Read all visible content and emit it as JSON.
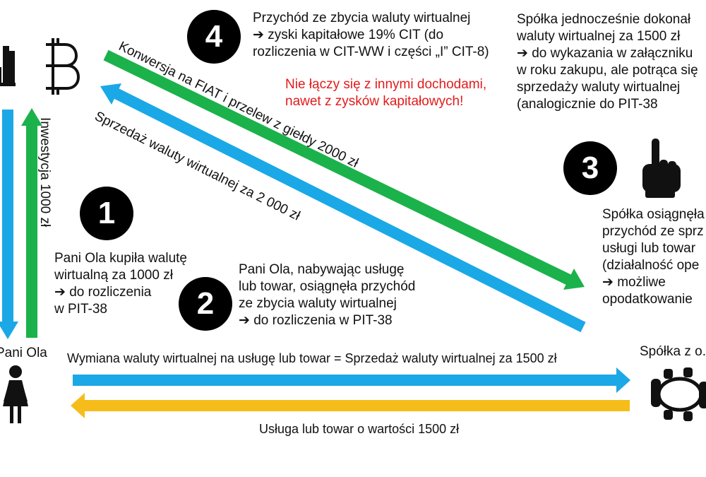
{
  "colors": {
    "blue": "#1ba8e6",
    "green": "#1bb24b",
    "yellow": "#f6bd1a",
    "badge": "#000000",
    "warning": "#e21b1b"
  },
  "icons": [
    "bar-chart-icon",
    "bitcoin-icon",
    "person-icon",
    "pointing-hand-icon",
    "meeting-table-icon"
  ],
  "labels": {
    "pani_ola": "Pani Ola",
    "spolka": "Spółka z o.",
    "inwestycja": "Inwestycja 1000 zł",
    "konwersja": "Konwersja na FIAT i przelew z giełdy 2000 zł",
    "sprzedaz_2000": "Sprzedaż waluty wirtualnej za 2 000 zł",
    "wymiana": "Wymiana waluty wirtualnej na usługę lub towar = Sprzedaż waluty wirtualnej za 1500 zł",
    "usluga": "Usługa lub towar o wartości 1500 zł"
  },
  "badges": [
    "1",
    "2",
    "3",
    "4"
  ],
  "steps": {
    "step1": [
      "Pani Ola kupiła walutę",
      "wirtualną za 1000 zł",
      "➔  do rozliczenia",
      "w PIT-38"
    ],
    "step2": [
      "Pani Ola, nabywając usługę",
      "lub towar, osiągnęła przychód",
      "ze zbycia waluty wirtualnej",
      "➔  do rozliczenia w PIT-38"
    ],
    "step3": [
      "Spółka osiągnęła",
      "przychód ze sprz",
      "usługi lub towar",
      "(działalność ope",
      "➔  możliwe",
      "opodatkowanie"
    ],
    "step4": [
      "Przychód ze zbycia waluty wirtualnej",
      "➔  zyski kapitałowe 19% CIT (do",
      "rozliczenia w CIT-WW i części „I” CIT-8)"
    ],
    "warning": [
      "Nie łączy się z innymi dochodami,",
      "nawet z zysków kapitałowych!"
    ],
    "top_right": [
      "Spółka jednocześnie dokonał",
      "waluty wirtualnej za 1500 zł",
      "➔  do wykazania w załączniku",
      "w roku zakupu, ale potrąca się",
      "sprzedaży waluty wirtualnej",
      "(analogicznie do PIT-38"
    ]
  }
}
